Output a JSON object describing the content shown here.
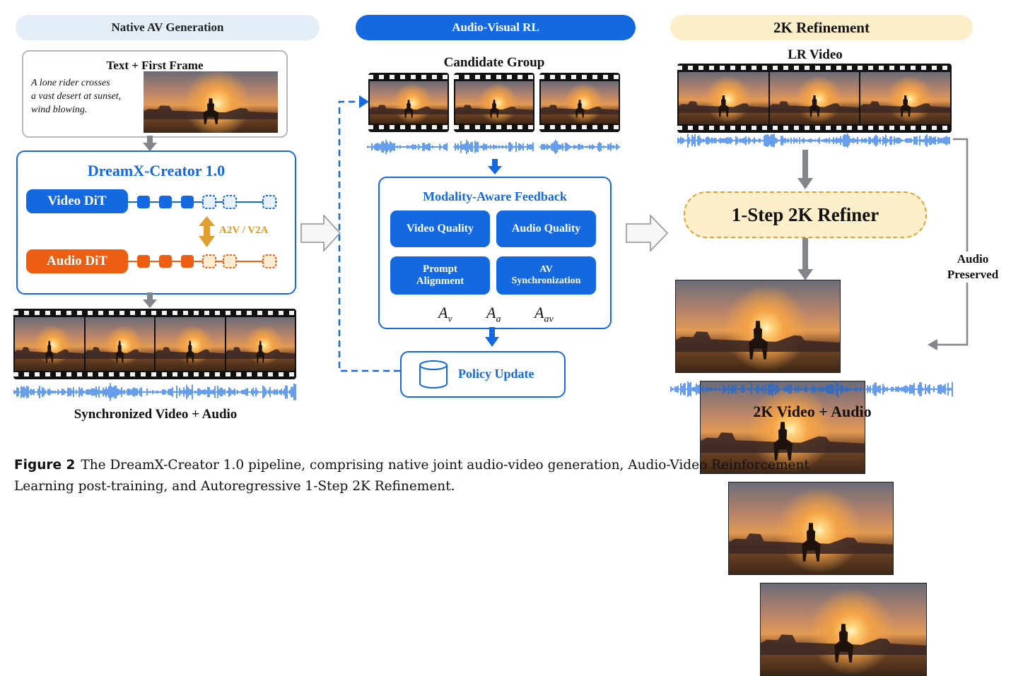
{
  "stages": {
    "native": "Native AV Generation",
    "rl": "Audio-Visual RL",
    "refine": "2K Refinement"
  },
  "input": {
    "title": "Text + First Frame",
    "prompt_lines": [
      "A lone rider crosses",
      "a vast desert at sunset,",
      "wind blowing."
    ]
  },
  "model": {
    "name": "DreamX-Creator 1.0",
    "video_dit": "Video DiT",
    "audio_dit": "Audio DiT",
    "cross": "A2V / V2A"
  },
  "sync_output": "Synchronized Video + Audio",
  "rl": {
    "candidate_group": "Candidate Group",
    "feedback_title": "Modality-Aware Feedback",
    "metrics": [
      "Video Quality",
      "Audio Quality",
      "Prompt Alignment",
      "AV Synchronization"
    ],
    "advantages": [
      "A",
      "A",
      "A"
    ],
    "advantage_subs": [
      "v",
      "a",
      "av"
    ],
    "policy_update": "Policy Update"
  },
  "refine": {
    "lr_video": "LR Video",
    "refiner": "1-Step 2K Refiner",
    "audio_preserved_lines": [
      "Audio",
      "Preserved"
    ],
    "output": "2K Video + Audio"
  },
  "caption": {
    "label": "Figure 2",
    "text": "The DreamX-Creator 1.0 pipeline, comprising native joint audio-video generation, Audio-Video Reinforcement",
    "text2": "Learning post-training, and Autoregressive 1-Step 2K Refinement."
  },
  "colors": {
    "blue": "#1469e0",
    "orange": "#ee5e12",
    "gold": "#e0a030",
    "gray_arrow": "#808890"
  }
}
